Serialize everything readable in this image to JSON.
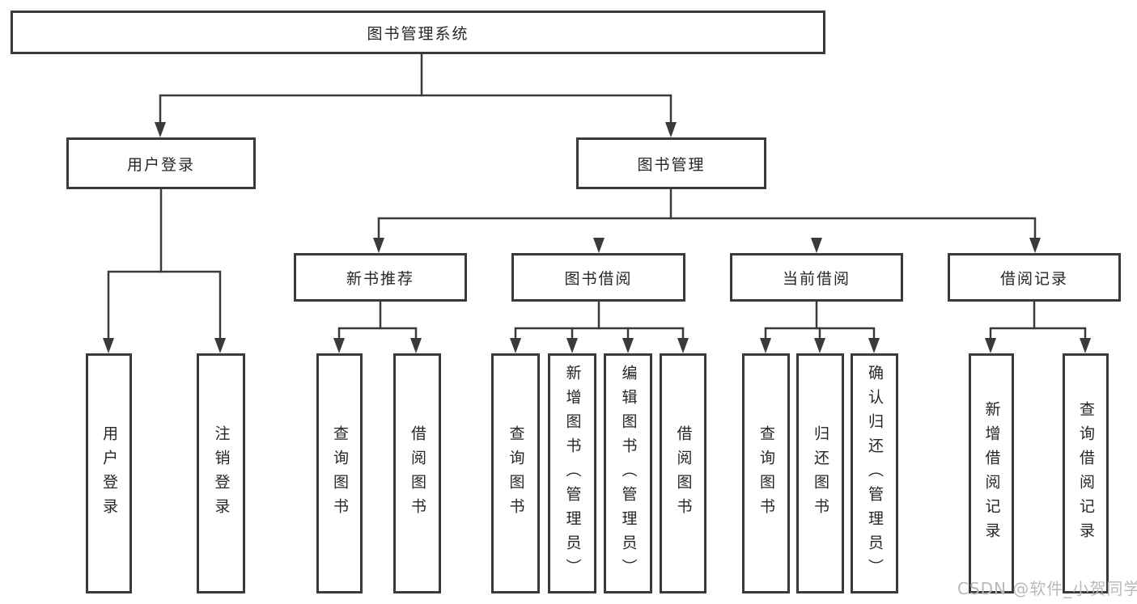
{
  "colors": {
    "line": "#3a3a3a",
    "border": "#3a3a3a",
    "text": "#262626",
    "watermark": "#b9b9b9",
    "bg": "#ffffff"
  },
  "tree": {
    "root": "图书管理系统",
    "branches": [
      {
        "label": "用户登录",
        "children": [
          "用户登录",
          "注销登录"
        ]
      },
      {
        "label": "图书管理",
        "children": [
          {
            "label": "新书推荐",
            "children": [
              "查询图书",
              "借阅图书"
            ]
          },
          {
            "label": "图书借阅",
            "children": [
              "查询图书",
              "新增图书（管理员）",
              "编辑图书（管理员）",
              "借阅图书"
            ]
          },
          {
            "label": "当前借阅",
            "children": [
              "查询图书",
              "归还图书",
              "确认归还（管理员）"
            ]
          },
          {
            "label": "借阅记录",
            "children": [
              "新增借阅记录",
              "查询借阅记录"
            ]
          }
        ]
      }
    ]
  },
  "watermark": "CSDN @软件_小贺同学"
}
